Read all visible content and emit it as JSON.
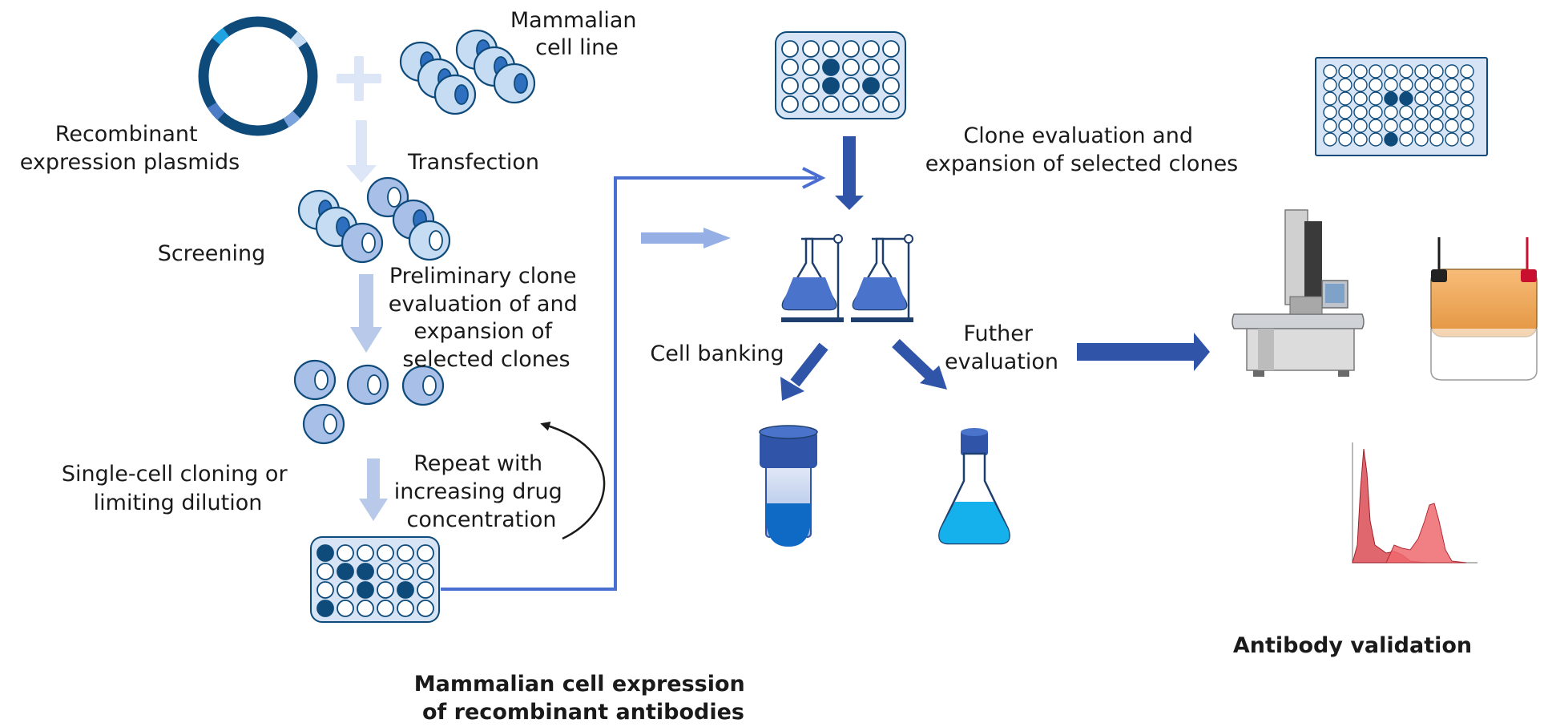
{
  "labels": {
    "mammalian_cell_line": [
      "Mammalian",
      "cell line"
    ],
    "recombinant_plasmids": [
      "Recombinant",
      "expression plasmids"
    ],
    "transfection": "Transfection",
    "screening": "Screening",
    "preliminary_clone": [
      "Preliminary clone",
      "evaluation of and",
      "expansion of",
      "selected clones"
    ],
    "single_cell": [
      "Single-cell cloning or",
      "limiting dilution"
    ],
    "repeat_drug": [
      "Repeat with",
      "increasing drug",
      "concentration"
    ],
    "clone_evaluation": [
      "Clone evaluation and",
      "expansion of selected clones"
    ],
    "cell_banking": "Cell banking",
    "further_evaluation": [
      "Futher",
      "evaluation"
    ],
    "section_expression": [
      "Mammalian cell expression",
      "of recombinant antibodies"
    ],
    "section_validation": "Antibody validation"
  },
  "colors": {
    "navy": "#0e4a7a",
    "royal_blue": "#2f54a8",
    "medium_blue": "#4a74cc",
    "light_blue": "#c6dcf2",
    "pale_arrow": "#b9c9ea",
    "cyan_liquid": "#14b1ec",
    "flow_line": "#4a6fd0"
  }
}
